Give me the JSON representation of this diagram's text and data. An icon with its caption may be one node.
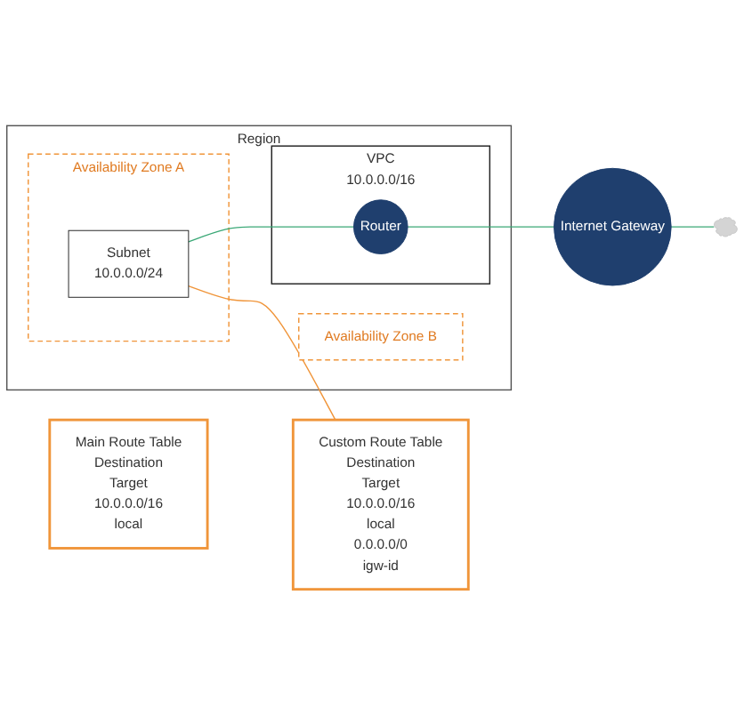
{
  "diagram": {
    "nodes": [
      {
        "text": [
          "Region"
        ]
      },
      {
        "text": [
          "VPC",
          "10.0.0.0/16"
        ],
        "in": 0
      },
      {
        "text": [
          "Availability Zone A"
        ],
        "in": 0
      },
      {
        "text": [
          "Subnet",
          "10.0.0.0/24"
        ],
        "in": 2
      },
      {
        "text": [
          "Availability Zone B"
        ],
        "in": 0
      },
      {
        "text": [
          "Router"
        ],
        "in": 1
      },
      {
        "text": [
          "Internet Gateway"
        ]
      },
      {
        "text": [],
        "shape": "cloud"
      },
      {
        "text": [
          "Custom Route Table",
          "Destination",
          "Target",
          "10.0.0.0/16",
          "local",
          "0.0.0.0/0",
          "igw-id"
        ]
      },
      {
        "text": [
          "Main Route Table",
          "Destination",
          "Target",
          "10.0.0.0/16",
          "local"
        ]
      }
    ],
    "edges": [
      {
        "from": 3,
        "to": 5,
        "arrow": "none"
      },
      {
        "from": 5,
        "to": 6,
        "arrow": "none"
      },
      {
        "from": 6,
        "to": 7,
        "arrow": "none"
      },
      {
        "from": 3,
        "to": 8,
        "arrow": "none",
        "color": "#f0953a"
      }
    ]
  }
}
